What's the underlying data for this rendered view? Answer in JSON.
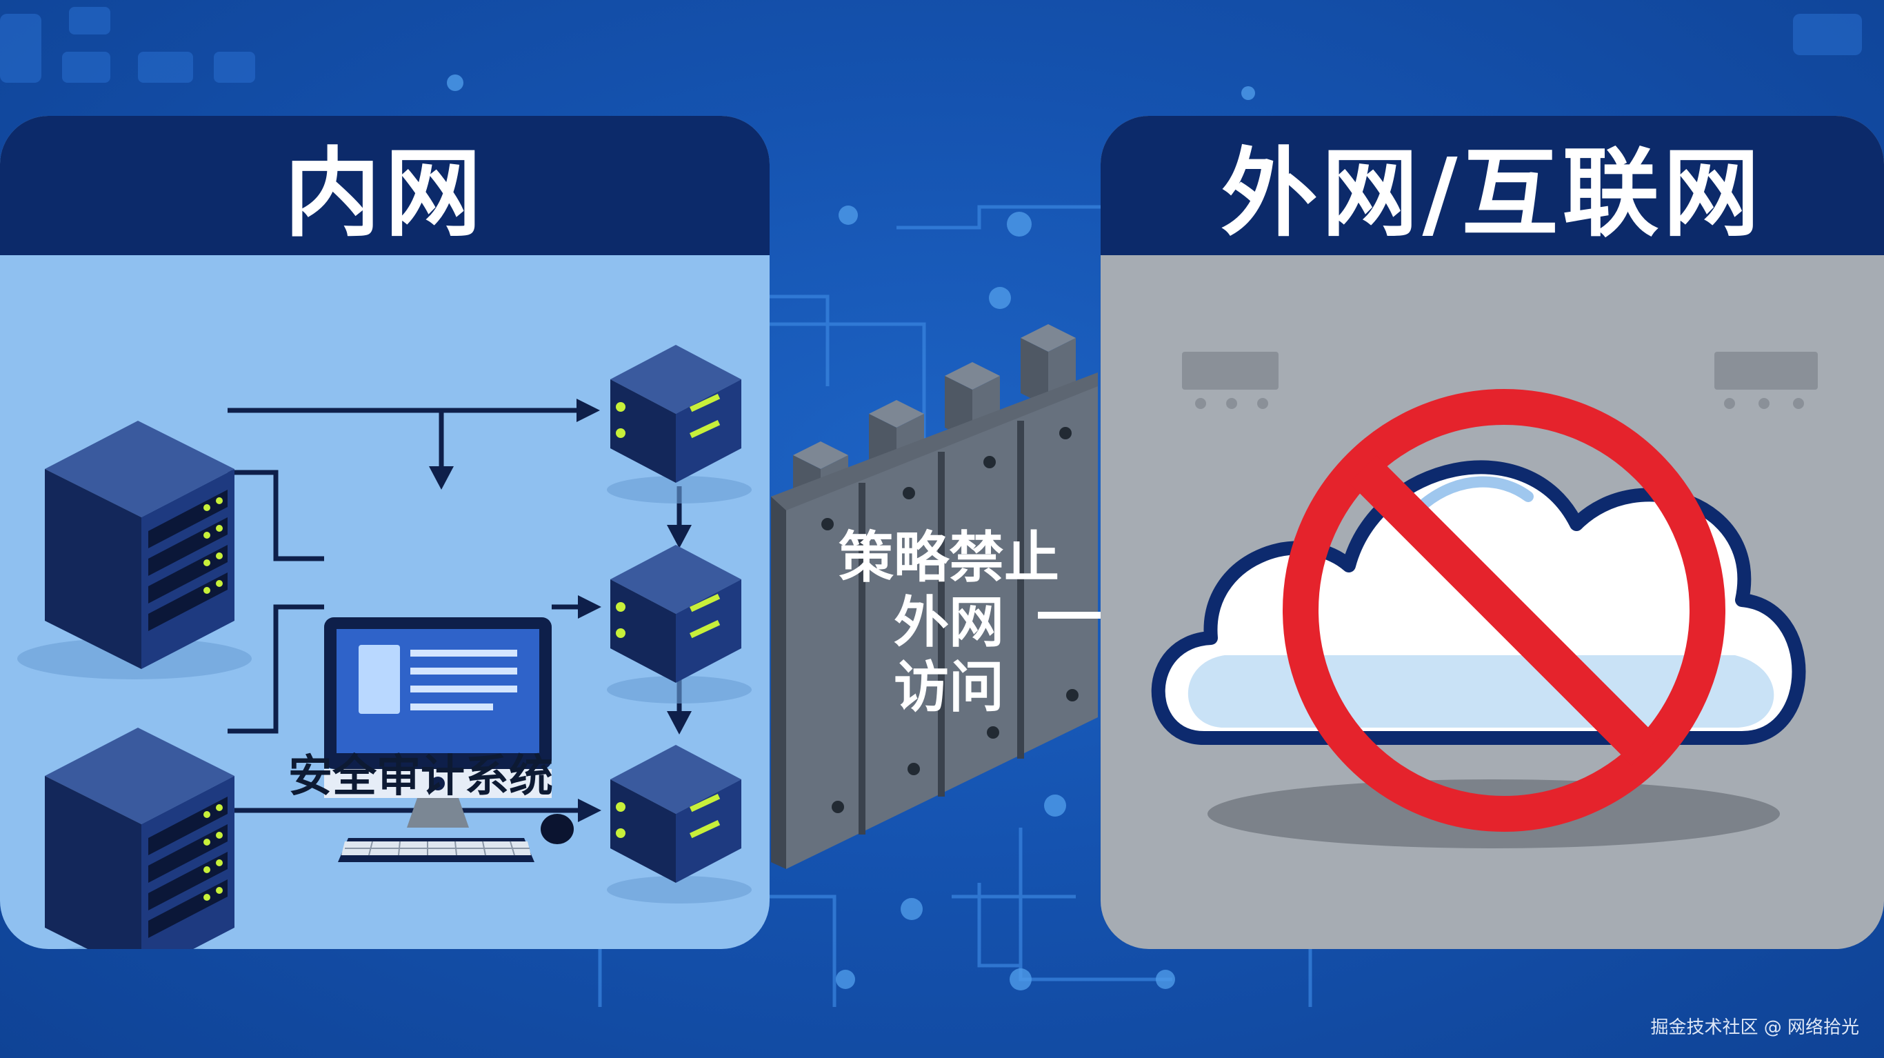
{
  "left_panel": {
    "title": "内网"
  },
  "right_panel": {
    "title": "外网/互联网"
  },
  "audit_system": {
    "label": "安全审计系统"
  },
  "firewall": {
    "policy_lines": [
      "策略禁止",
      "外网",
      "访问"
    ]
  },
  "watermark": "掘金技术社区 @ 网络拾光",
  "colors": {
    "background": "#1553b0",
    "intranet_panel": "#8fc0f0",
    "internet_panel": "#a6acb3",
    "panel_header": "#0c2a6a",
    "prohibit_red": "#e5232c",
    "server_led": "#c8f03a"
  },
  "icons": [
    "server-rack-icon",
    "server-node-icon",
    "computer-monitor-icon",
    "keyboard-icon",
    "mouse-icon",
    "firewall-icon",
    "cloud-icon",
    "prohibited-icon",
    "arrow-right-icon"
  ]
}
